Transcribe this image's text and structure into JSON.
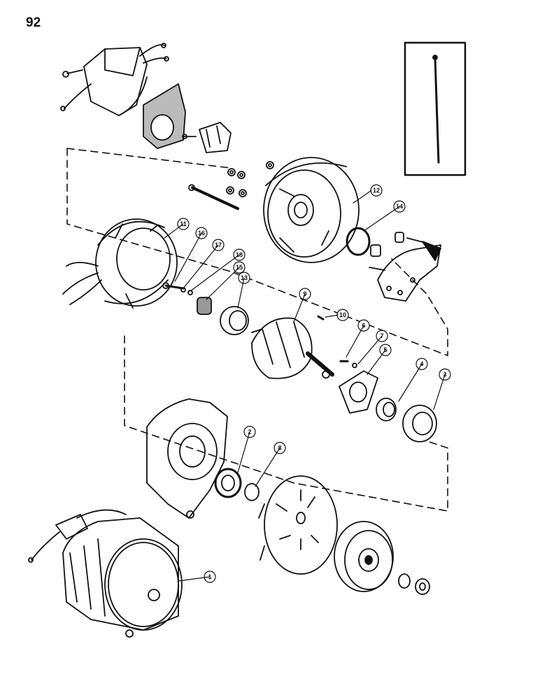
{
  "page": {
    "number": "92"
  },
  "callouts": [
    "1",
    "2",
    "3",
    "4",
    "5",
    "6",
    "7",
    "8",
    "9",
    "10",
    "11",
    "12",
    "13",
    "14",
    "15",
    "16",
    "17",
    "18"
  ]
}
